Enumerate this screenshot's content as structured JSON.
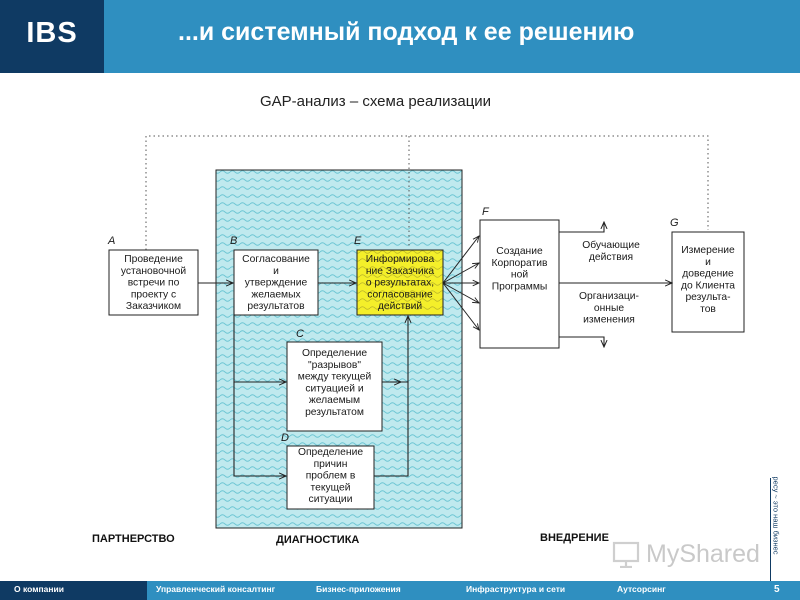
{
  "header": {
    "logo": "IBS",
    "title": "...и системный подход к ее решению"
  },
  "subtitle": "GAP-анализ – схема реализации",
  "diagram": {
    "nodes": {
      "A": {
        "letter": "A",
        "lines": [
          "Проведение",
          "установочной",
          "встречи по",
          "проекту с",
          "Заказчиком"
        ]
      },
      "B": {
        "letter": "B",
        "lines": [
          "Согласование",
          "и",
          "утверждение",
          "желаемых",
          "результатов"
        ]
      },
      "E": {
        "letter": "E",
        "lines": [
          "Информирова",
          "ние Заказчика",
          "о результатах,",
          "согласование",
          "действий"
        ]
      },
      "C": {
        "letter": "C",
        "lines": [
          "Определение",
          "\"разрывов\"",
          "между текущей",
          "ситуацией и",
          "желаемым",
          "результатом"
        ]
      },
      "D": {
        "letter": "D",
        "lines": [
          "Определение",
          "причин",
          "проблем в",
          "текущей",
          "ситуации"
        ]
      },
      "F": {
        "letter": "F",
        "lines": [
          "Создание",
          "Корпоратив",
          "ной",
          "Программы"
        ]
      },
      "G": {
        "letter": "G",
        "lines": [
          "Измерение",
          "и",
          "доведение",
          "до Клиента",
          "результа-",
          "тов"
        ]
      }
    },
    "outputs": {
      "training": [
        "Обучающие",
        "действия"
      ],
      "organizational": [
        "Организаци-",
        "онные",
        "изменения"
      ]
    },
    "zones": {
      "partnership": "ПАРТНЕРСТВО",
      "diagnostics": "ДИАГНОСТИКА",
      "implementation": "ВНЕДРЕНИЕ"
    },
    "colors": {
      "diagnostics_fill": "#bfe9ee",
      "highlight_fill": "#f4ef2a"
    }
  },
  "watermark": {
    "text": "MyShared",
    "tagline": "ресу ~ это наш бизнес"
  },
  "footer": {
    "items": [
      "О компании",
      "Управленческий консалтинг",
      "Бизнес-приложения",
      "Инфраструктура и сети",
      "Аутсорсинг"
    ],
    "page": "5"
  }
}
